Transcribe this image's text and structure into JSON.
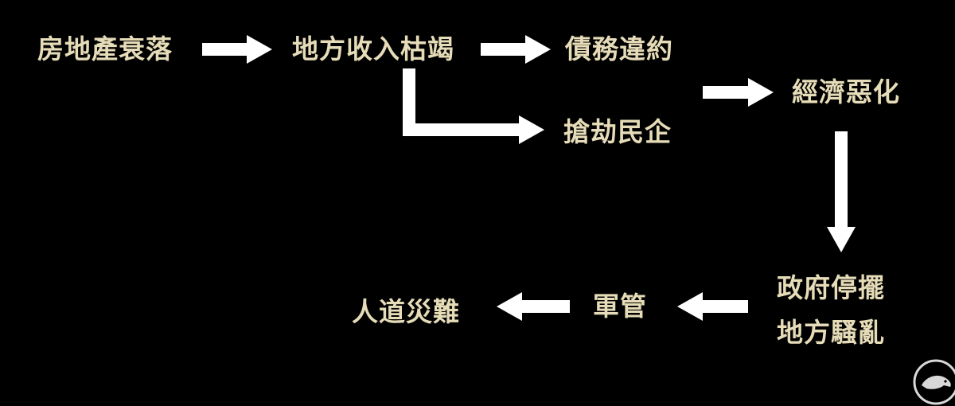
{
  "colors": {
    "background": "#000000",
    "text": "#e6dcb8",
    "arrow": "#ffffff"
  },
  "nodes": {
    "real_estate_decline": "房地產衰落",
    "local_revenue_depleted": "地方收入枯竭",
    "debt_default": "債務違約",
    "economy_worsens": "經濟惡化",
    "rob_private_enterprises": "搶劫民企",
    "government_shutdown": "政府停擺",
    "local_unrest": "地方騷亂",
    "military_control": "軍管",
    "humanitarian_disaster": "人道災難"
  },
  "logo": {
    "icon": "rat-logo-icon"
  }
}
